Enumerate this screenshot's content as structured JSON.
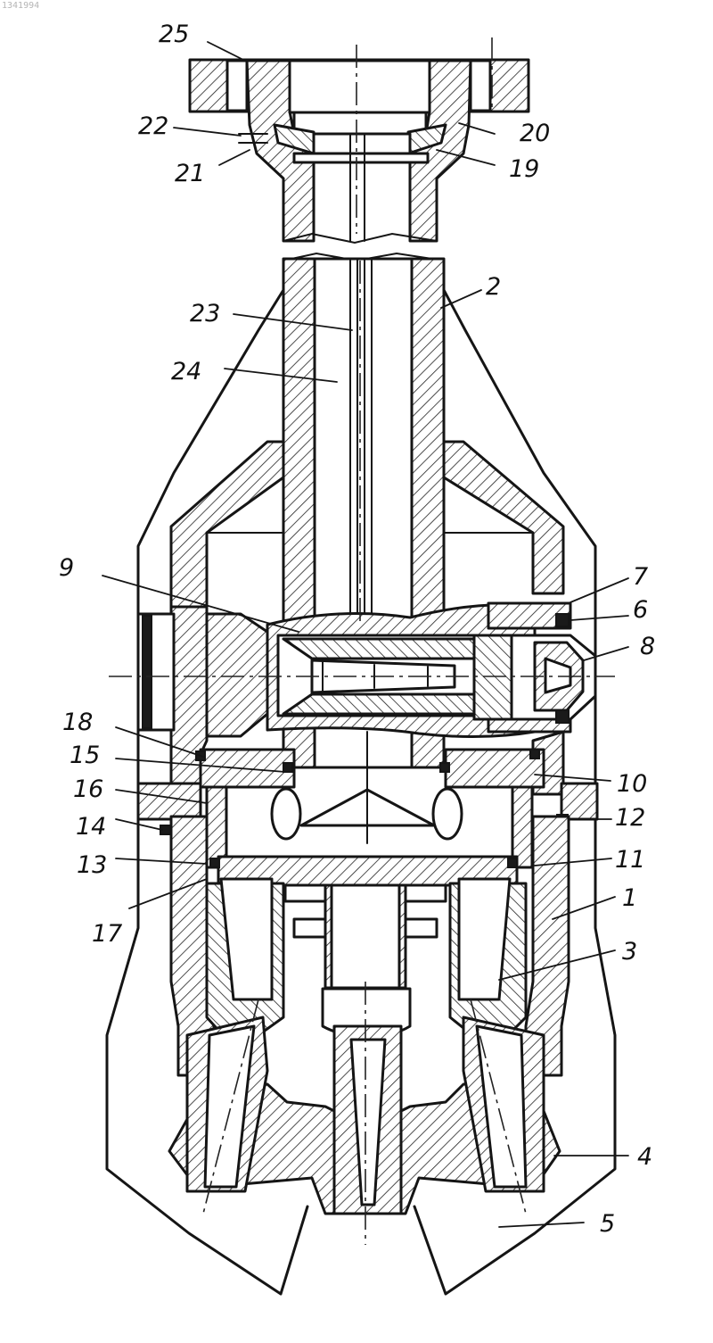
{
  "corner_text": "1341994",
  "labels": {
    "l1": "1",
    "l2": "2",
    "l3": "3",
    "l4": "4",
    "l5": "5",
    "l6": "6",
    "l7": "7",
    "l8": "8",
    "l9": "9",
    "l10": "10",
    "l11": "11",
    "l12": "12",
    "l13": "13",
    "l14": "14",
    "l15": "15",
    "l16": "16",
    "l17": "17",
    "l18": "18",
    "l19": "19",
    "l20": "20",
    "l21": "21",
    "l22": "22",
    "l23": "23",
    "l24": "24",
    "l25": "25"
  }
}
